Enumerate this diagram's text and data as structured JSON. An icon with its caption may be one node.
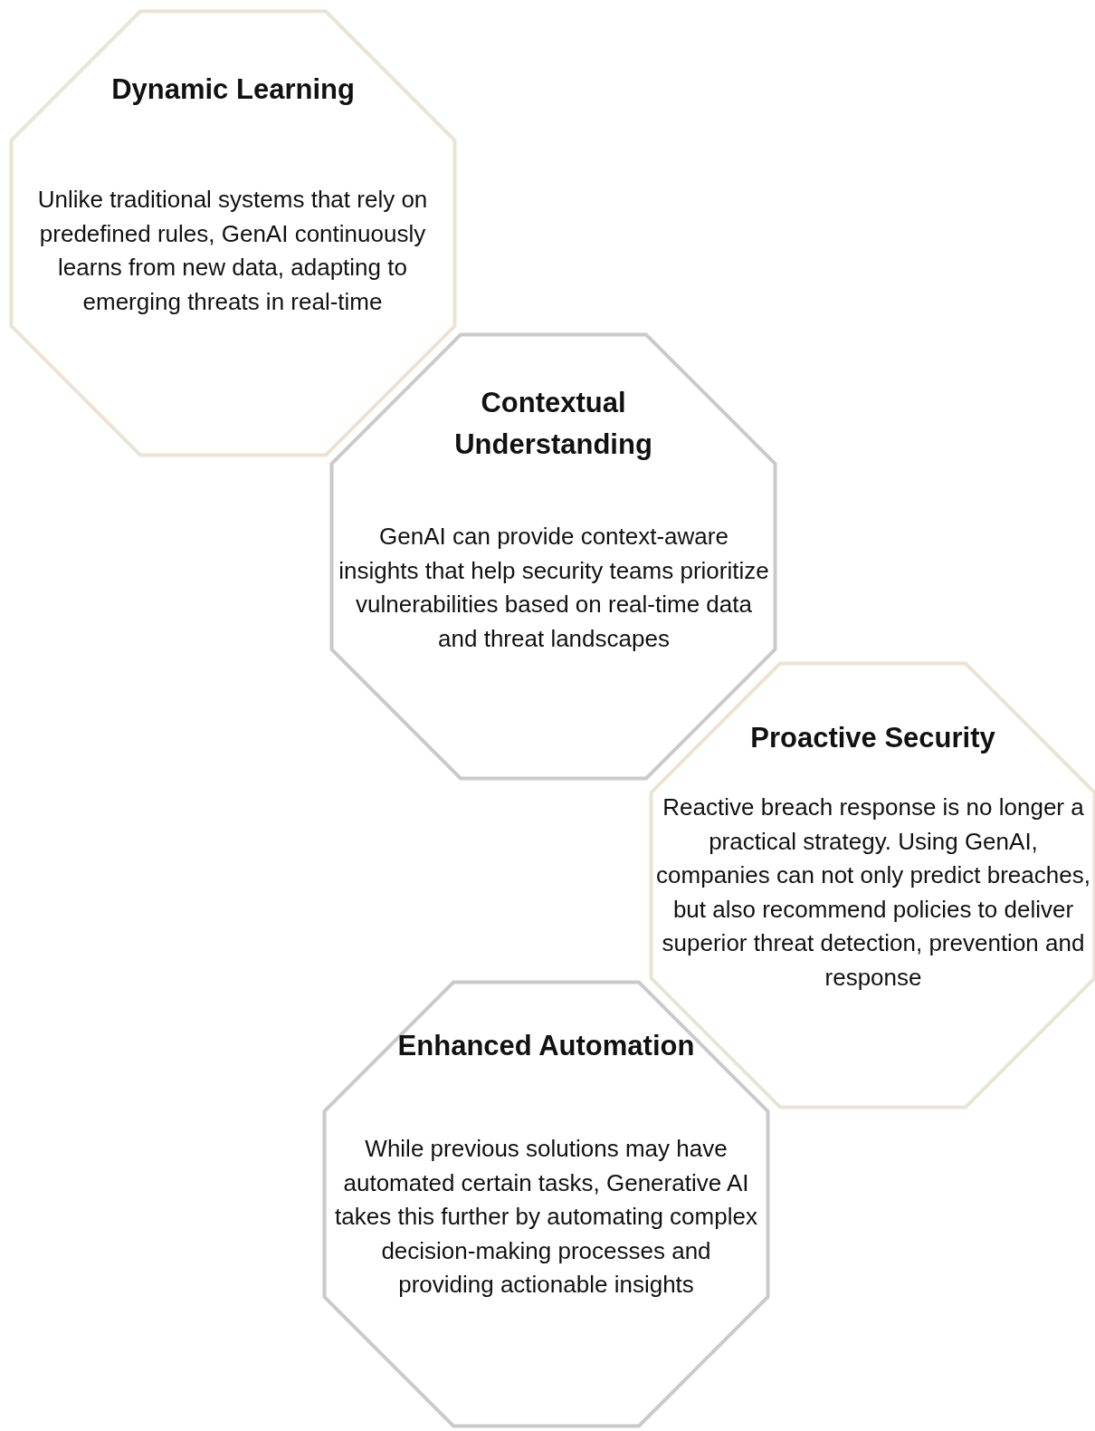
{
  "diagram": {
    "nodes": [
      {
        "text": [
          "Dynamic Learning",
          "Unlike traditional systems that rely on predefined rules, GenAI continuously learns from new data, adapting to emerging threats in real-time"
        ]
      },
      {
        "text": [
          "Contextual Understanding",
          "GenAI can provide context-aware insights that help security teams prioritize vulnerabilities based on real-time data and threat landscapes"
        ]
      },
      {
        "text": [
          "Proactive Security",
          "Reactive breach response is no longer a practical strategy. Using GenAI, companies can not only predict breaches, but also recommend policies to deliver superior threat detection, prevention and response"
        ]
      },
      {
        "text": [
          "Enhanced Automation",
          "While previous solutions may have automated certain tasks, Generative AI takes this further by automating complex decision-making processes and providing actionable insights"
        ]
      }
    ]
  }
}
